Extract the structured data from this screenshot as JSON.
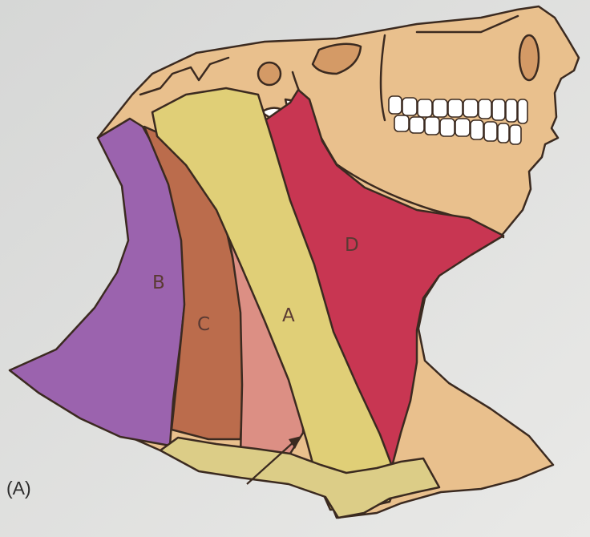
{
  "figure": {
    "caption": "(A)",
    "labels": {
      "a": "A",
      "b": "B",
      "c": "C",
      "d": "D"
    },
    "colors": {
      "background": "#e3e3e1",
      "skull_skin": "#e9c08d",
      "region_a": "#e0cf77",
      "region_b": "#9b63ae",
      "region_c": "#bb6c4c",
      "region_d": "#c83652",
      "small_triangle": "#dc8f84",
      "clavicle": "#dccd87",
      "outline": "#3b2a20"
    }
  }
}
